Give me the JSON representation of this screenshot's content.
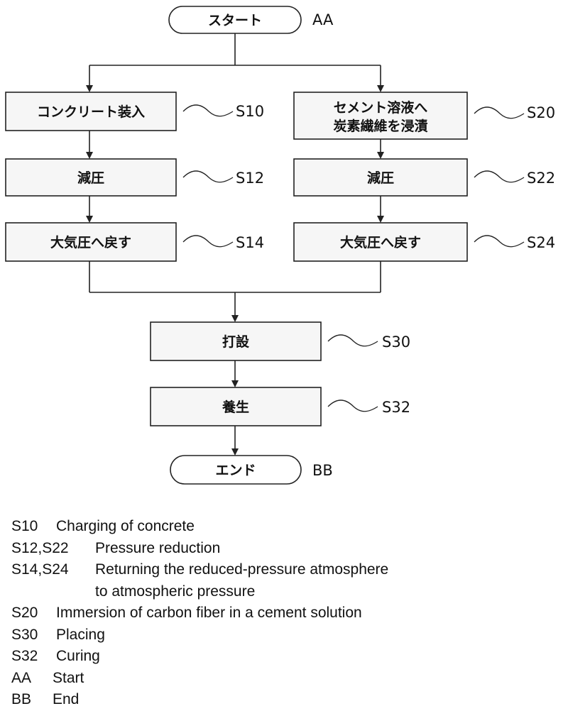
{
  "diagram": {
    "start": {
      "label": "スタート",
      "ref": "AA"
    },
    "end": {
      "label": "エンド",
      "ref": "BB"
    },
    "steps": {
      "s10": {
        "lines": [
          "コンクリート装入"
        ],
        "ref": "S10"
      },
      "s12": {
        "lines": [
          "減圧"
        ],
        "ref": "S12"
      },
      "s14": {
        "lines": [
          "大気圧へ戻す"
        ],
        "ref": "S14"
      },
      "s20": {
        "lines": [
          "セメント溶液へ",
          "炭素繊維を浸漬"
        ],
        "ref": "S20"
      },
      "s22": {
        "lines": [
          "減圧"
        ],
        "ref": "S22"
      },
      "s24": {
        "lines": [
          "大気圧へ戻す"
        ],
        "ref": "S24"
      },
      "s30": {
        "lines": [
          "打設"
        ],
        "ref": "S30"
      },
      "s32": {
        "lines": [
          "養生"
        ],
        "ref": "S32"
      }
    }
  },
  "legend": [
    {
      "key": "S10",
      "text": "Charging of concrete"
    },
    {
      "key": "S12,S22",
      "text": "Pressure reduction"
    },
    {
      "key": "S14,S24",
      "text": "Returning the reduced-pressure atmosphere"
    },
    {
      "key": "",
      "text": "to atmospheric pressure"
    },
    {
      "key": "S20",
      "text": "Immersion of carbon fiber in a cement solution"
    },
    {
      "key": "S30",
      "text": "Placing"
    },
    {
      "key": "S32",
      "text": "Curing"
    },
    {
      "key": "AA",
      "text": "Start"
    },
    {
      "key": "BB",
      "text": "End"
    }
  ]
}
